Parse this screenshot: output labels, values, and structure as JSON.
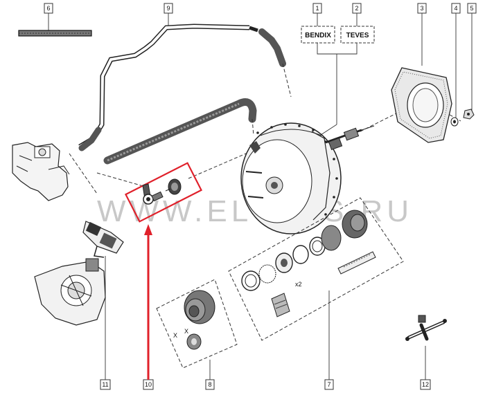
{
  "callouts": [
    {
      "id": "callout-1",
      "label": "1"
    },
    {
      "id": "callout-2",
      "label": "2"
    },
    {
      "id": "callout-3",
      "label": "3"
    },
    {
      "id": "callout-4",
      "label": "4"
    },
    {
      "id": "callout-5",
      "label": "5"
    },
    {
      "id": "callout-6",
      "label": "6"
    },
    {
      "id": "callout-7",
      "label": "7"
    },
    {
      "id": "callout-8",
      "label": "8"
    },
    {
      "id": "callout-9",
      "label": "9"
    },
    {
      "id": "callout-10",
      "label": "10"
    },
    {
      "id": "callout-11",
      "label": "11"
    },
    {
      "id": "callout-12",
      "label": "12"
    }
  ],
  "brands": {
    "bendix": "BENDIX",
    "teves": "TEVES"
  },
  "annotations": {
    "x2": "x2",
    "x_small": "X",
    "x_small2": "X"
  },
  "watermark": "WWW.ELCATS.RU",
  "highlight_color": "#e0202a",
  "ink_color": "#222222"
}
